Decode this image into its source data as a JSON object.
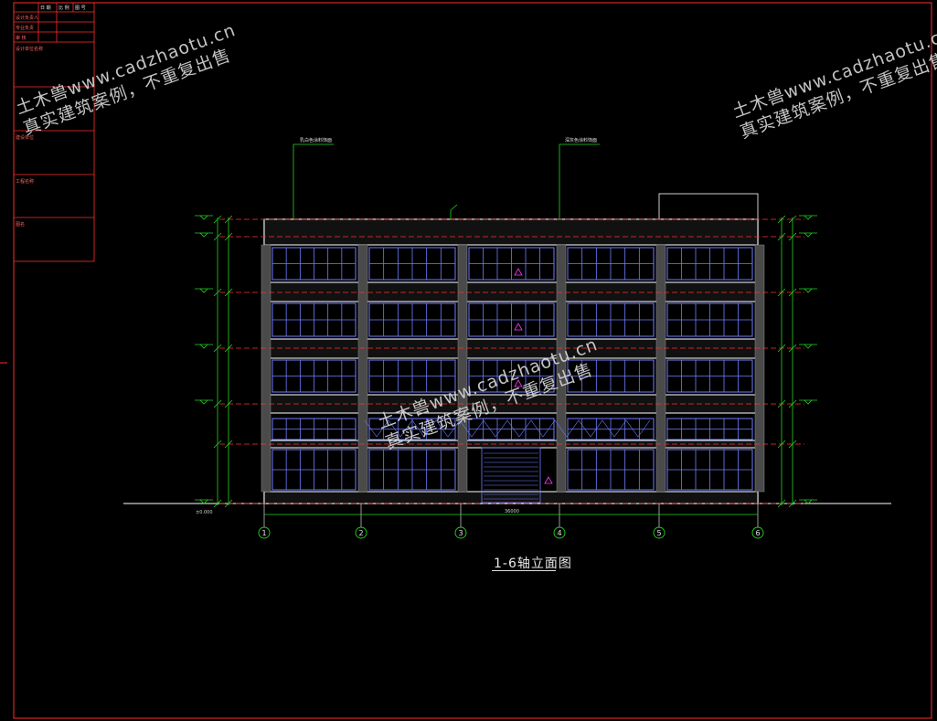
{
  "drawing": {
    "title": "1-6轴立面图",
    "axes": [
      "1",
      "2",
      "3",
      "4",
      "5",
      "6"
    ],
    "callouts": [
      "乳白色涂料饰面",
      "深灰色涂料饰面"
    ],
    "dims": {
      "total_width": "36000",
      "ground": "±0.000"
    }
  },
  "watermark": {
    "line1": "土木兽www.cadzhaotu.cn",
    "line2": "真实建筑案例，不重复出售"
  },
  "title_block": {
    "header": [
      "日 期",
      "比 例",
      "图 号"
    ],
    "rows": [
      "设计负责人",
      "专业负责",
      "审 核"
    ],
    "sections": [
      "设计单位名称",
      "建设单位",
      "工程名称",
      "图名"
    ]
  },
  "colors": {
    "frame": "#ff2b2b",
    "dim": "#22d522",
    "window": "#6f7dff",
    "grid": "#ffffff",
    "level": "#ff3030"
  }
}
